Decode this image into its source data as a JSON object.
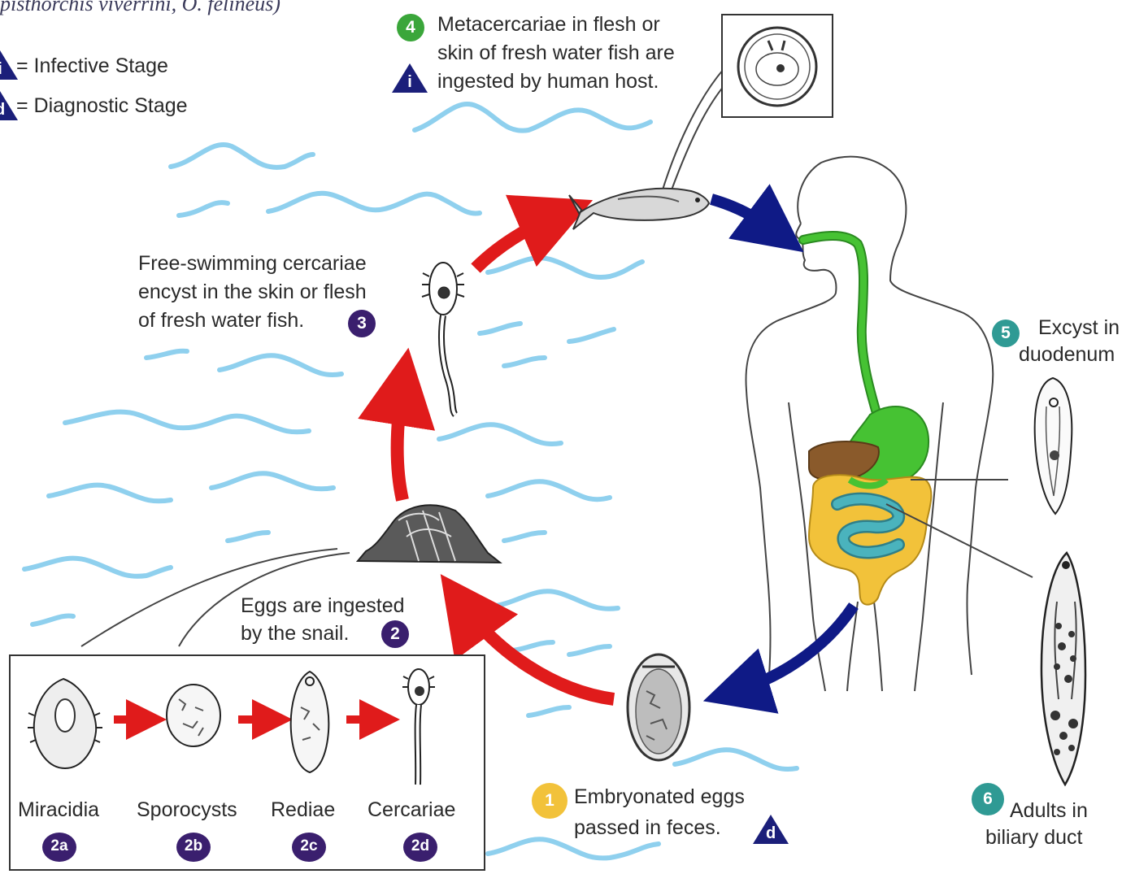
{
  "header": {
    "species_fragment": "pisthorchis viverrini, O. felineus)"
  },
  "legend": {
    "infective": {
      "symbol": "i",
      "label": "= Infective Stage"
    },
    "diagnostic": {
      "symbol": "d",
      "label": "= Diagnostic Stage"
    }
  },
  "colors": {
    "water": "#7fc6e8",
    "red_arrow": "#e01b1b",
    "blue_arrow": "#0f1a86",
    "gi_green": "#3fbf2a",
    "intestine_yellow": "#f2c23a",
    "intestine_teal": "#3a9aa4",
    "liver_brown": "#8a5a2b",
    "badge_green": "#3aa63a",
    "badge_purple": "#3a1f6e",
    "badge_teal": "#2f9a94",
    "badge_yellow": "#f2c23a",
    "triangle": "#1b1f7a"
  },
  "steps": {
    "s1": {
      "num": "1",
      "line1": "Embryonated eggs",
      "line2": "passed in feces.",
      "tri": "d"
    },
    "s2": {
      "num": "2",
      "line1": "Eggs are ingested",
      "line2": "by the snail."
    },
    "s3": {
      "num": "3",
      "line1": "Free-swimming cercariae",
      "line2": "encyst in the skin or flesh",
      "line3": "of fresh water fish."
    },
    "s4": {
      "num": "4",
      "line1": "Metacercariae in flesh or",
      "line2": "skin of fresh water fish are",
      "line3": "ingested by human host.",
      "tri": "i"
    },
    "s5": {
      "num": "5",
      "line1": "Excyst in",
      "line2": "duodenum"
    },
    "s6": {
      "num": "6",
      "line1": "Adults in",
      "line2": "biliary duct"
    }
  },
  "snail_stages": [
    {
      "label": "Miracidia",
      "num": "2a"
    },
    {
      "label": "Sporocysts",
      "num": "2b"
    },
    {
      "label": "Rediae",
      "num": "2c"
    },
    {
      "label": "Cercariae",
      "num": "2d"
    }
  ]
}
